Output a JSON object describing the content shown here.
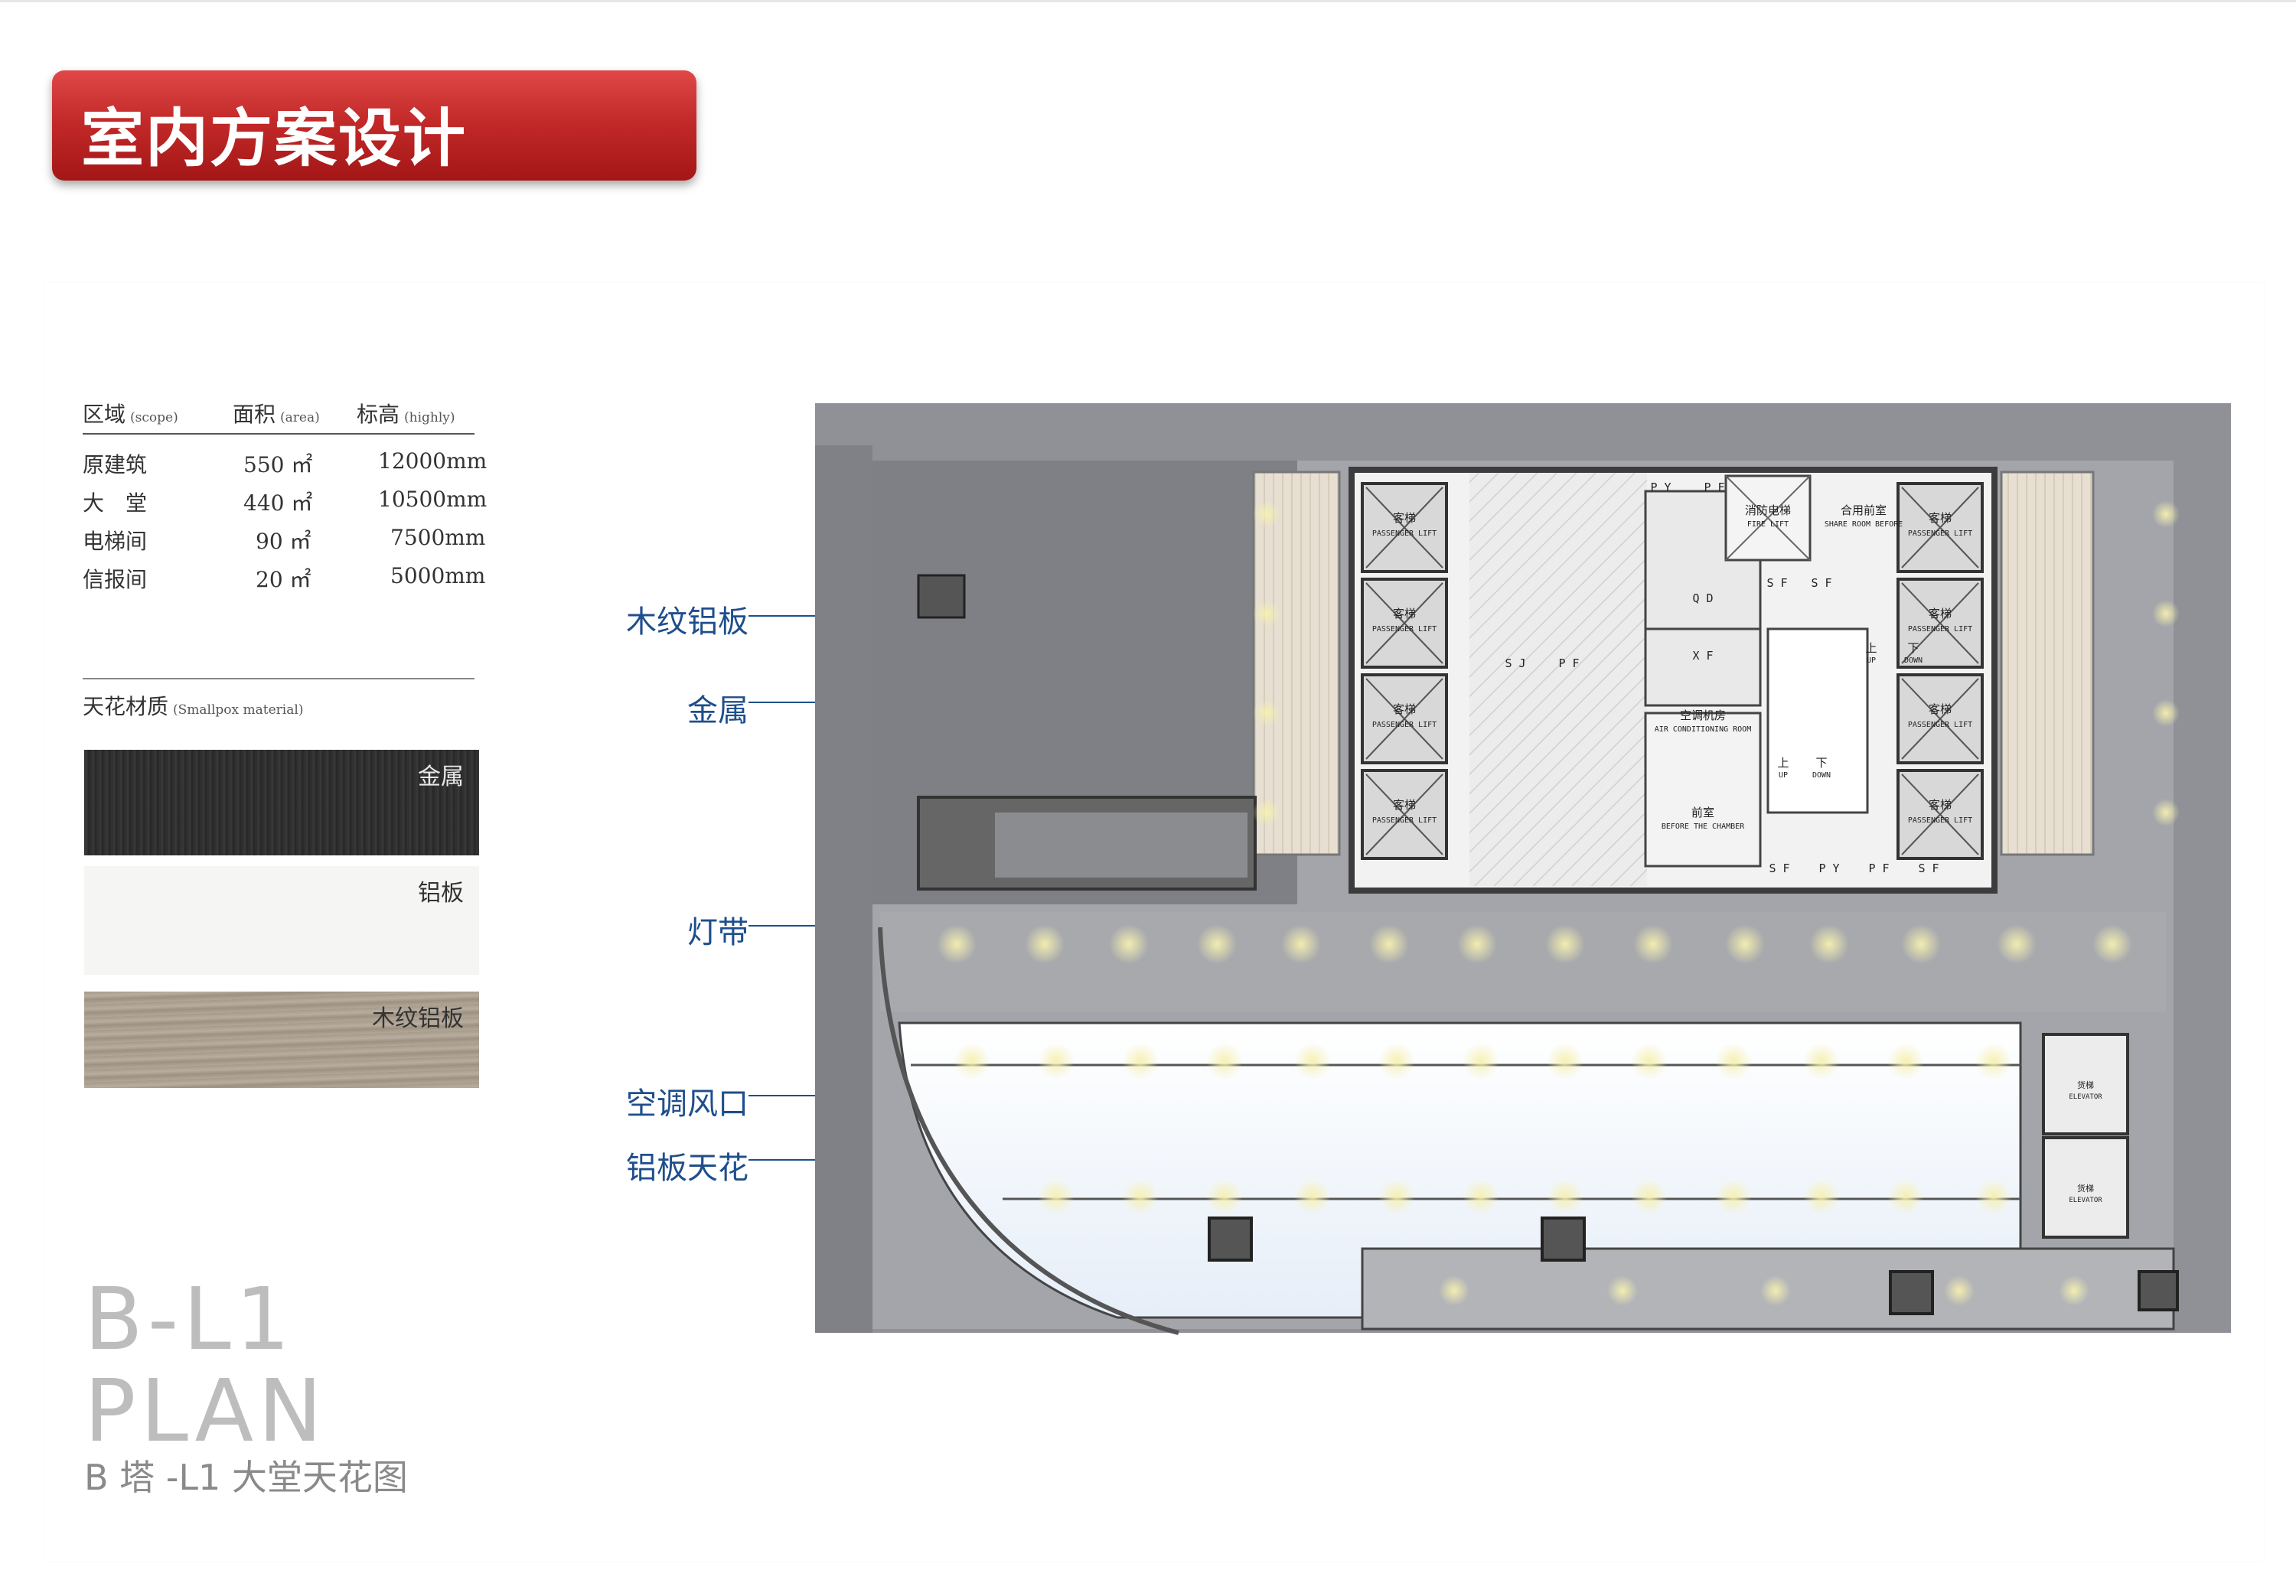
{
  "header": {
    "title": "室内方案设计",
    "brand_color": "#c32a2a"
  },
  "area_table": {
    "headers": [
      {
        "label": "区域",
        "sub": "(scope)"
      },
      {
        "label": "面积",
        "sub": "(area)"
      },
      {
        "label": "标高",
        "sub": "(highly)"
      }
    ],
    "rows": [
      {
        "scope": "原建筑",
        "area": "550 ㎡",
        "height": "12000mm"
      },
      {
        "scope": "大　堂",
        "area": "440 ㎡",
        "height": "10500mm"
      },
      {
        "scope": "电梯间",
        "area": "90 ㎡",
        "height": "7500mm"
      },
      {
        "scope": "信报间",
        "area": "20 ㎡",
        "height": "5000mm"
      }
    ]
  },
  "materials": {
    "heading": "天花材质",
    "heading_sub": "(Smallpox material)",
    "swatches": [
      {
        "label": "金属",
        "color": "#303030"
      },
      {
        "label": "铝板",
        "color": "#f5f5f3"
      },
      {
        "label": "木纹铝板",
        "color": "#ab9f90"
      }
    ]
  },
  "plan_title": {
    "line1": "B-L1",
    "line2": "PLAN",
    "caption": "B 塔 -L1 大堂天花图"
  },
  "callouts": [
    {
      "label": "木纹铝板"
    },
    {
      "label": "金属"
    },
    {
      "label": "灯带"
    },
    {
      "label": "空调风口"
    },
    {
      "label": "铝板天花"
    }
  ],
  "plan_labels": {
    "lift": "客梯",
    "lift_en": "PASSENGER LIFT",
    "fire_lift": "消防电梯",
    "fire_lift_en": "FIRE LIFT",
    "share_room": "合用前室",
    "share_room_en": "SHARE ROOM BEFORE",
    "ac_room": "空调机房",
    "ac_room_en": "AIR CONDITIONING ROOM",
    "chamber": "前室",
    "chamber_en": "BEFORE THE CHAMBER",
    "up": "上",
    "up_en": "UP",
    "down": "下",
    "down_en": "DOWN",
    "py": "P Y",
    "pf": "P F",
    "sf": "S F",
    "sj": "S J",
    "qd": "Q D",
    "xf": "X F",
    "elevator": "货梯",
    "elevator_en": "ELEVATOR"
  },
  "colors": {
    "callout": "#1f4e8c",
    "floor": "#9c9ea3",
    "core": "#e8e8e8",
    "light": "#f3e9a0"
  }
}
